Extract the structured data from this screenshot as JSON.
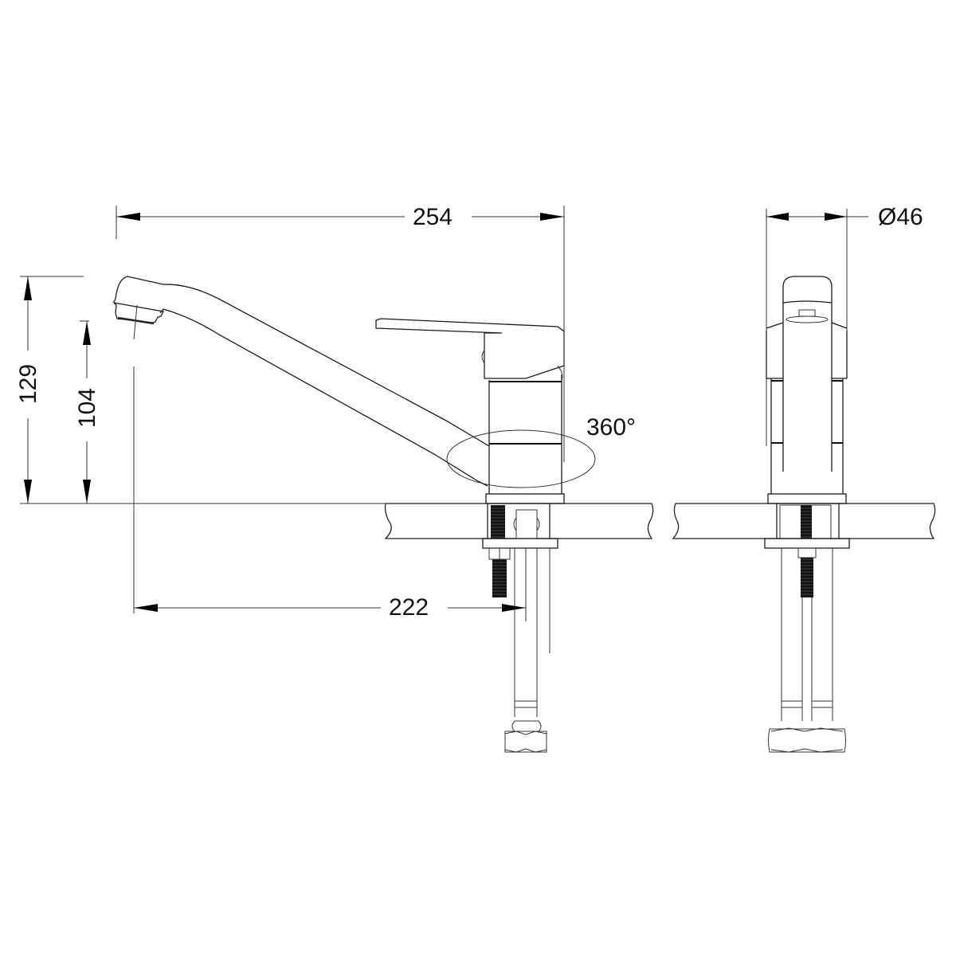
{
  "drawing": {
    "subject": "Single-lever kitchen faucet technical drawing",
    "views": [
      "side-view",
      "front-view"
    ],
    "dimensions": {
      "overall_reach": "254",
      "spout_reach_from_center": "222",
      "overall_height": "129",
      "spout_outlet_height": "104",
      "body_diameter": "Ø46",
      "swivel_angle": "360°"
    },
    "units": "mm",
    "colors": {
      "line": "#1a1a1a",
      "background": "#ffffff"
    }
  }
}
